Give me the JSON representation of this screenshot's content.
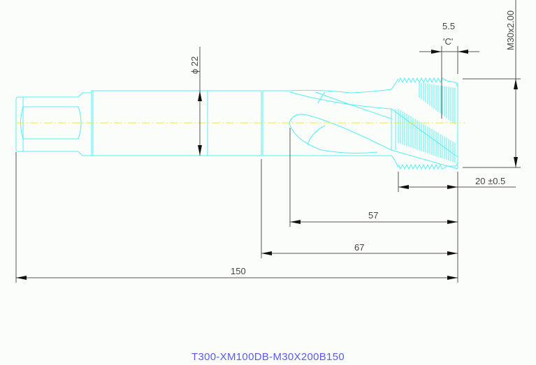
{
  "drawing": {
    "title": "T300-XM100DB-M30X200B150",
    "dimensions": {
      "shank_diameter": "ϕ 22",
      "thread_spec": "M30x2.00",
      "chamfer_length": "5.5",
      "chamfer_label": "'C'",
      "thread_length": "20 ±0.5",
      "flute_length": "57",
      "neck_length": "67",
      "overall_length": "150"
    },
    "colors": {
      "outline": "#55f0f0",
      "centerline": "#f0f030",
      "dimension": "#555555",
      "title": "#5a5af0"
    }
  }
}
